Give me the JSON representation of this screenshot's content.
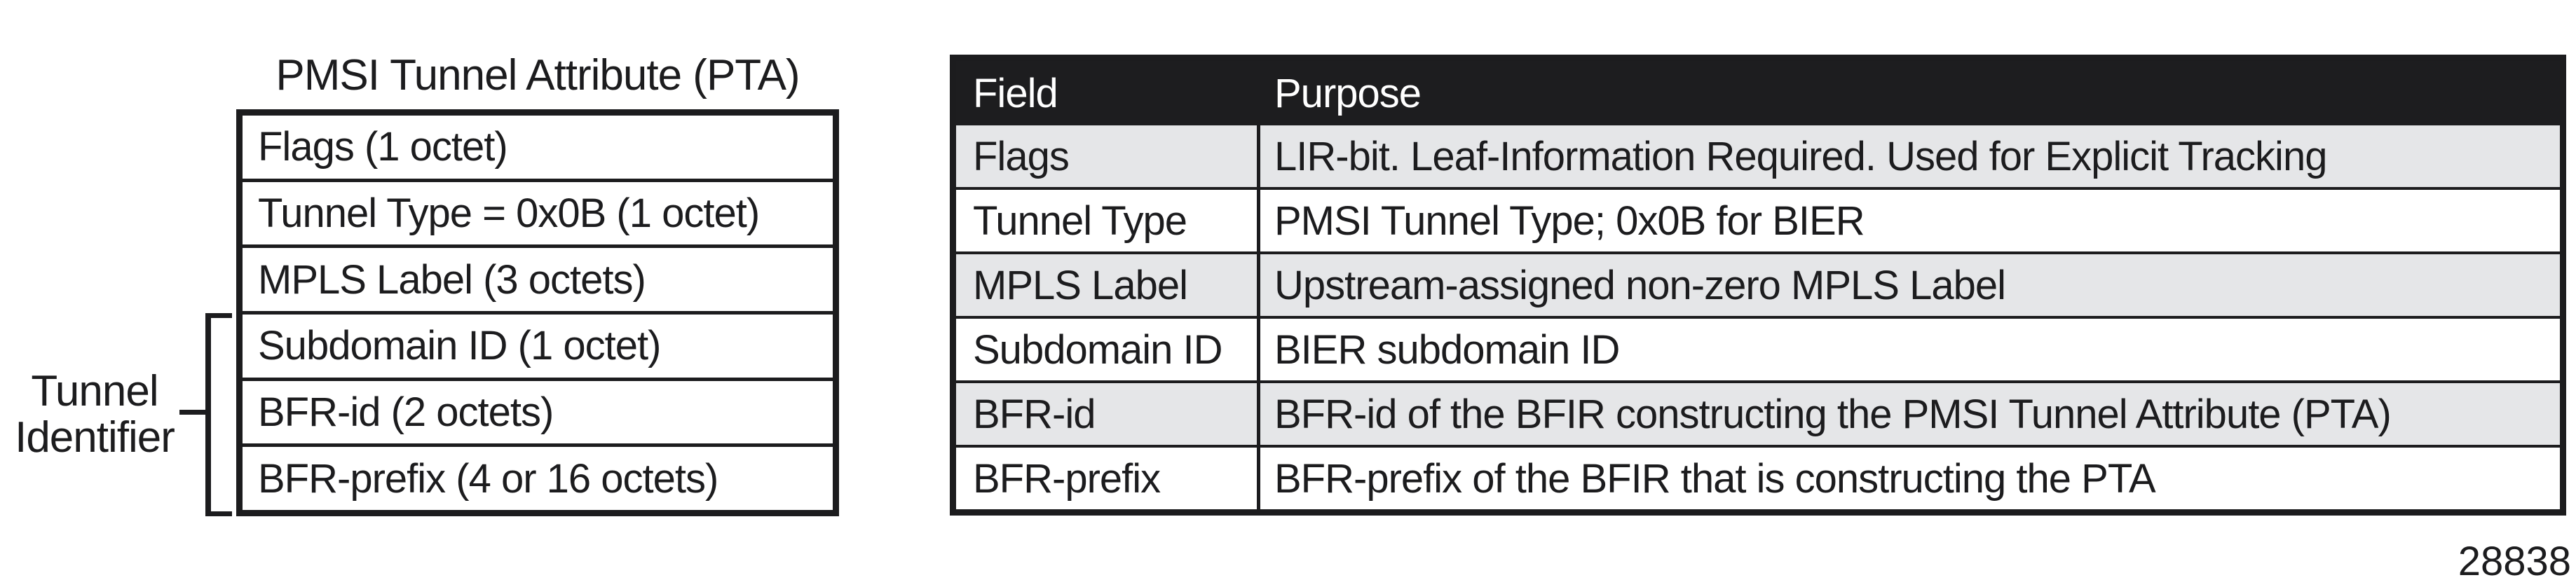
{
  "diagram": {
    "title": "PMSI Tunnel Attribute (PTA)",
    "rows": [
      "Flags (1 octet)",
      "Tunnel Type = 0x0B (1 octet)",
      "MPLS Label (3 octets)",
      "Subdomain ID (1 octet)",
      "BFR-id (2 octets)",
      "BFR-prefix (4 or 16 octets)"
    ],
    "bracket_label": {
      "line1": "Tunnel",
      "line2": "Identifier"
    }
  },
  "table": {
    "headers": {
      "field": "Field",
      "purpose": "Purpose"
    },
    "rows": [
      {
        "field": "Flags",
        "purpose": "LIR-bit. Leaf-Information Required. Used for Explicit Tracking"
      },
      {
        "field": "Tunnel Type",
        "purpose": "PMSI Tunnel Type; 0x0B for BIER"
      },
      {
        "field": "MPLS Label",
        "purpose": "Upstream-assigned non-zero MPLS Label"
      },
      {
        "field": "Subdomain ID",
        "purpose": "BIER subdomain ID"
      },
      {
        "field": "BFR-id",
        "purpose": "BFR-id of the BFIR constructing the PMSI Tunnel Attribute (PTA)"
      },
      {
        "field": "BFR-prefix",
        "purpose": "BFR-prefix of the BFIR that is constructing the PTA"
      }
    ]
  },
  "figure_number": "28838",
  "colors": {
    "ink": "#1c1c1e",
    "header_background": "#1d1d1f",
    "header_text": "#ffffff",
    "row_alternate": "#e5e6e8",
    "background": "#ffffff"
  }
}
